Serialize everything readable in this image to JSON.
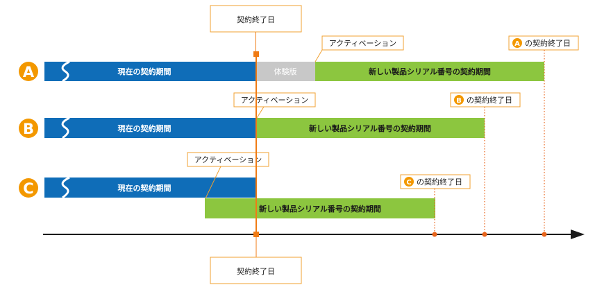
{
  "colors": {
    "blue": "#0f6db8",
    "green": "#8cc63f",
    "gray": "#c8c8c8",
    "orange": "#f39800",
    "red_line": "#f07b14",
    "dot": "#e8641b",
    "axis": "#1a1a1a",
    "callout_border": "#f0a030"
  },
  "top_expiry_label": "契約終了日",
  "bottom_expiry_label": "契約終了日",
  "rows": {
    "a": {
      "letter": "A",
      "current_label": "現在の契約期間",
      "trial_label": "体験版",
      "new_label": "新しい製品シリアル番号の契約期間",
      "activation_label": "アクティベーション",
      "expiry_suffix": "の契約終了日"
    },
    "b": {
      "letter": "B",
      "current_label": "現在の契約期間",
      "new_label": "新しい製品シリアル番号の契約期間",
      "activation_label": "アクティベーション",
      "expiry_suffix": "の契約終了日"
    },
    "c": {
      "letter": "C",
      "current_label": "現在の契約期間",
      "new_label": "新しい製品シリアル番号の契約期間",
      "activation_label": "アクティベーション",
      "expiry_suffix": "の契約終了日"
    }
  }
}
